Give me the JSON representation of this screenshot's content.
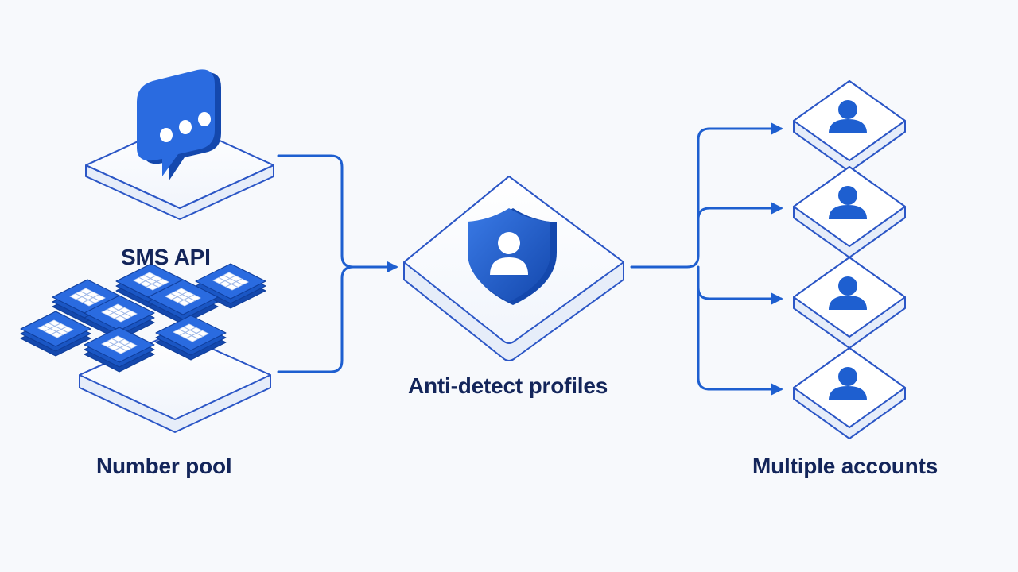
{
  "labels": {
    "sms_api": "SMS API",
    "number_pool": "Number pool",
    "anti_detect": "Anti-detect profiles",
    "multiple_accounts": "Multiple accounts"
  },
  "icons": {
    "sms": "chat-bubble-icon",
    "pool": "sim-card-stack-icon",
    "anti_detect": "shield-user-icon",
    "account": "user-icon"
  },
  "colors": {
    "accent": "#1e5fd0",
    "accent_dark": "#1448ad",
    "outline": "#2b56c6",
    "text": "#13255a",
    "background": "#f7f9fc"
  },
  "accounts": [
    {
      "icon": "user-icon"
    },
    {
      "icon": "user-icon"
    },
    {
      "icon": "user-icon"
    },
    {
      "icon": "user-icon"
    }
  ]
}
